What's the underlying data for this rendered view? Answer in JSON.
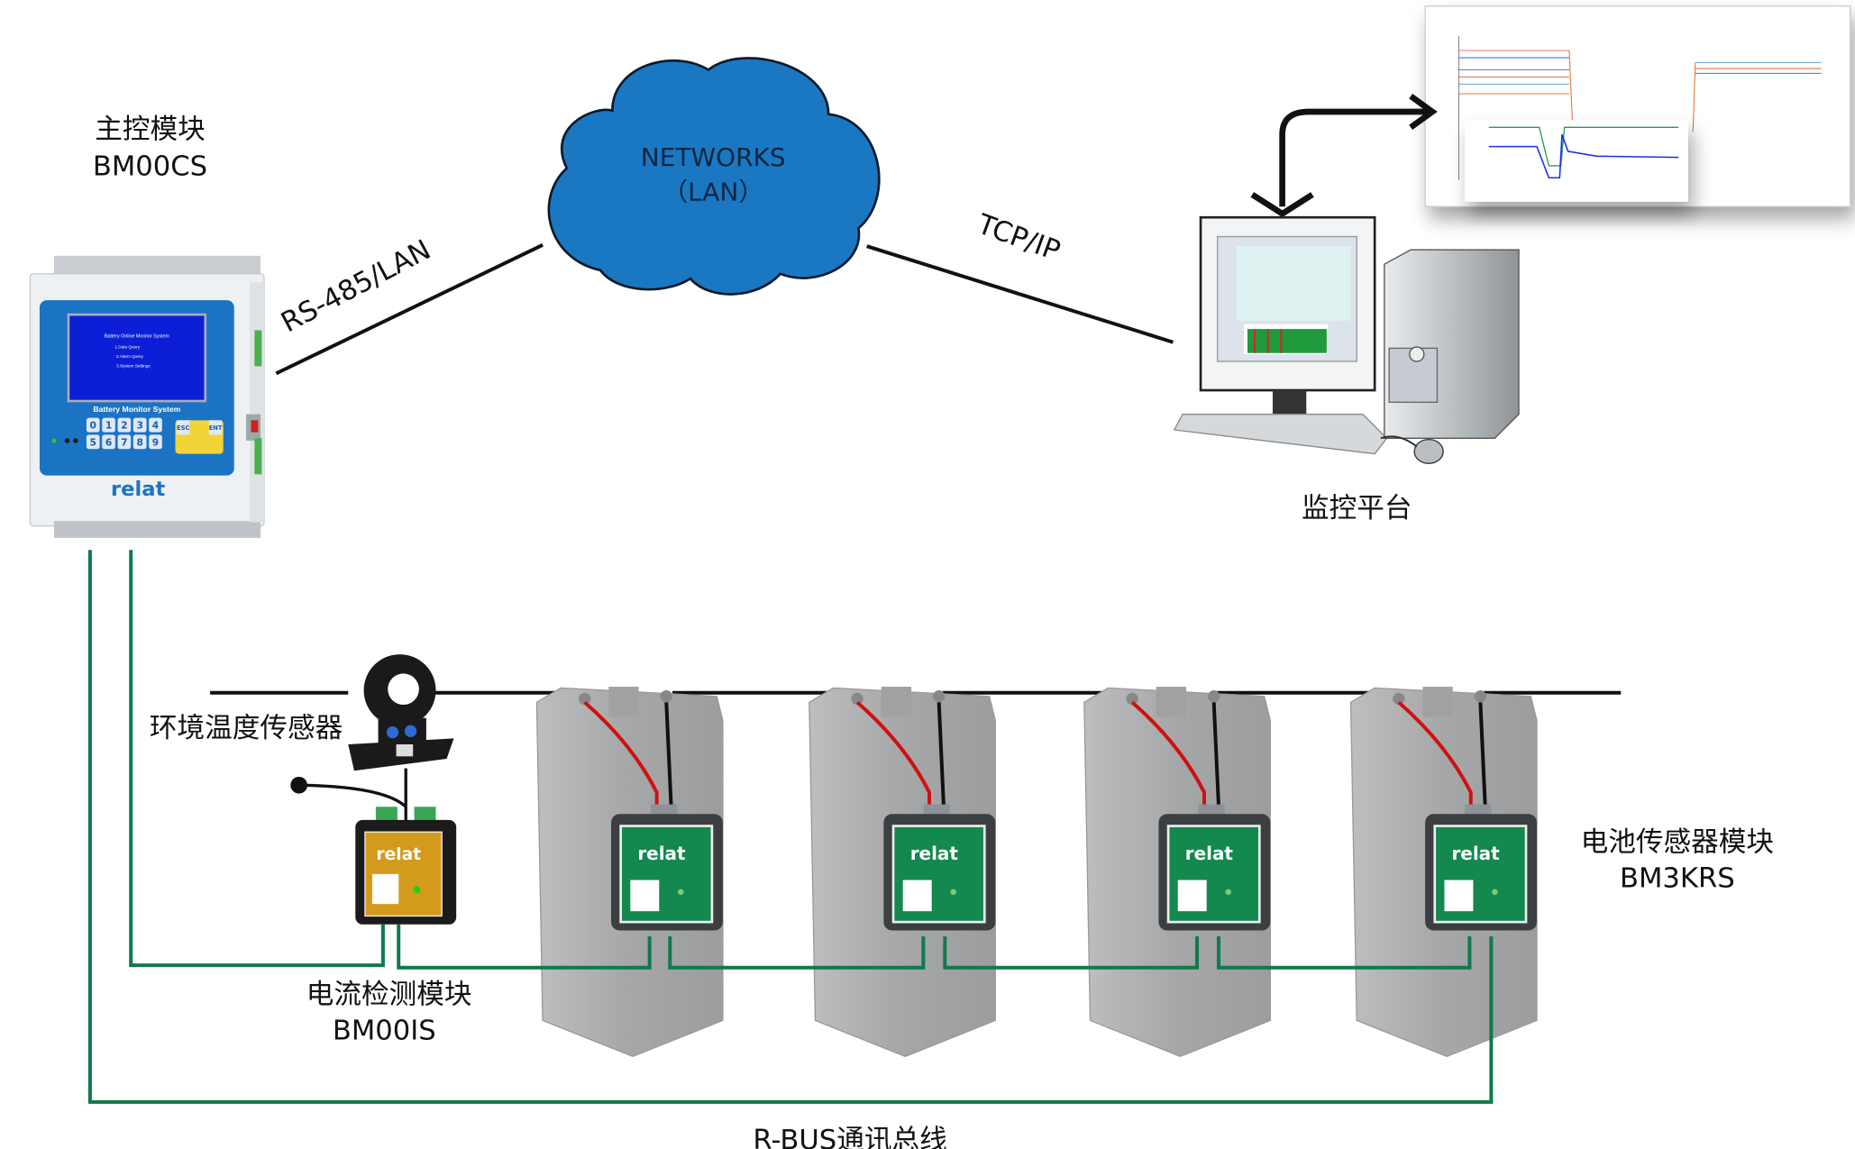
{
  "labels": {
    "controller_cn": "主控模块",
    "controller_model": "BM00CS",
    "rs485": "RS-485/LAN",
    "network_line1": "NETWORKS",
    "network_line2": "（LAN）",
    "tcpip": "TCP/IP",
    "platform_cn": "监控平台",
    "temp_sensor_cn": "环境温度传感器",
    "current_module_cn": "电流检测模块",
    "current_module_model": "BM00IS",
    "battery_sensor_cn": "电池传感器模块",
    "battery_sensor_model": "BM3KRS",
    "rbus": "R-BUS通讯总线"
  },
  "controller_device": {
    "panel_title": "Battery Monitor System",
    "brand": "relat",
    "screen_lines": [
      "Battery Online Monitor System",
      "1.Data Query",
      "2.Alarm Query",
      "3.System Settings"
    ],
    "keys": [
      "0",
      "1",
      "2",
      "3",
      "4",
      "5",
      "6",
      "7",
      "8",
      "9"
    ],
    "nav_keys": [
      "ESC",
      "ENT"
    ]
  },
  "battery_module": {
    "brand": "relat",
    "count": 4
  },
  "colors": {
    "rbus_green": "#0f7a4c",
    "cloud_blue": "#1a78c2",
    "panel_blue": "#1b73c4",
    "module_green": "#13884f",
    "current_module_orange": "#d49a1c",
    "battery_grey": "#a9aaab"
  }
}
